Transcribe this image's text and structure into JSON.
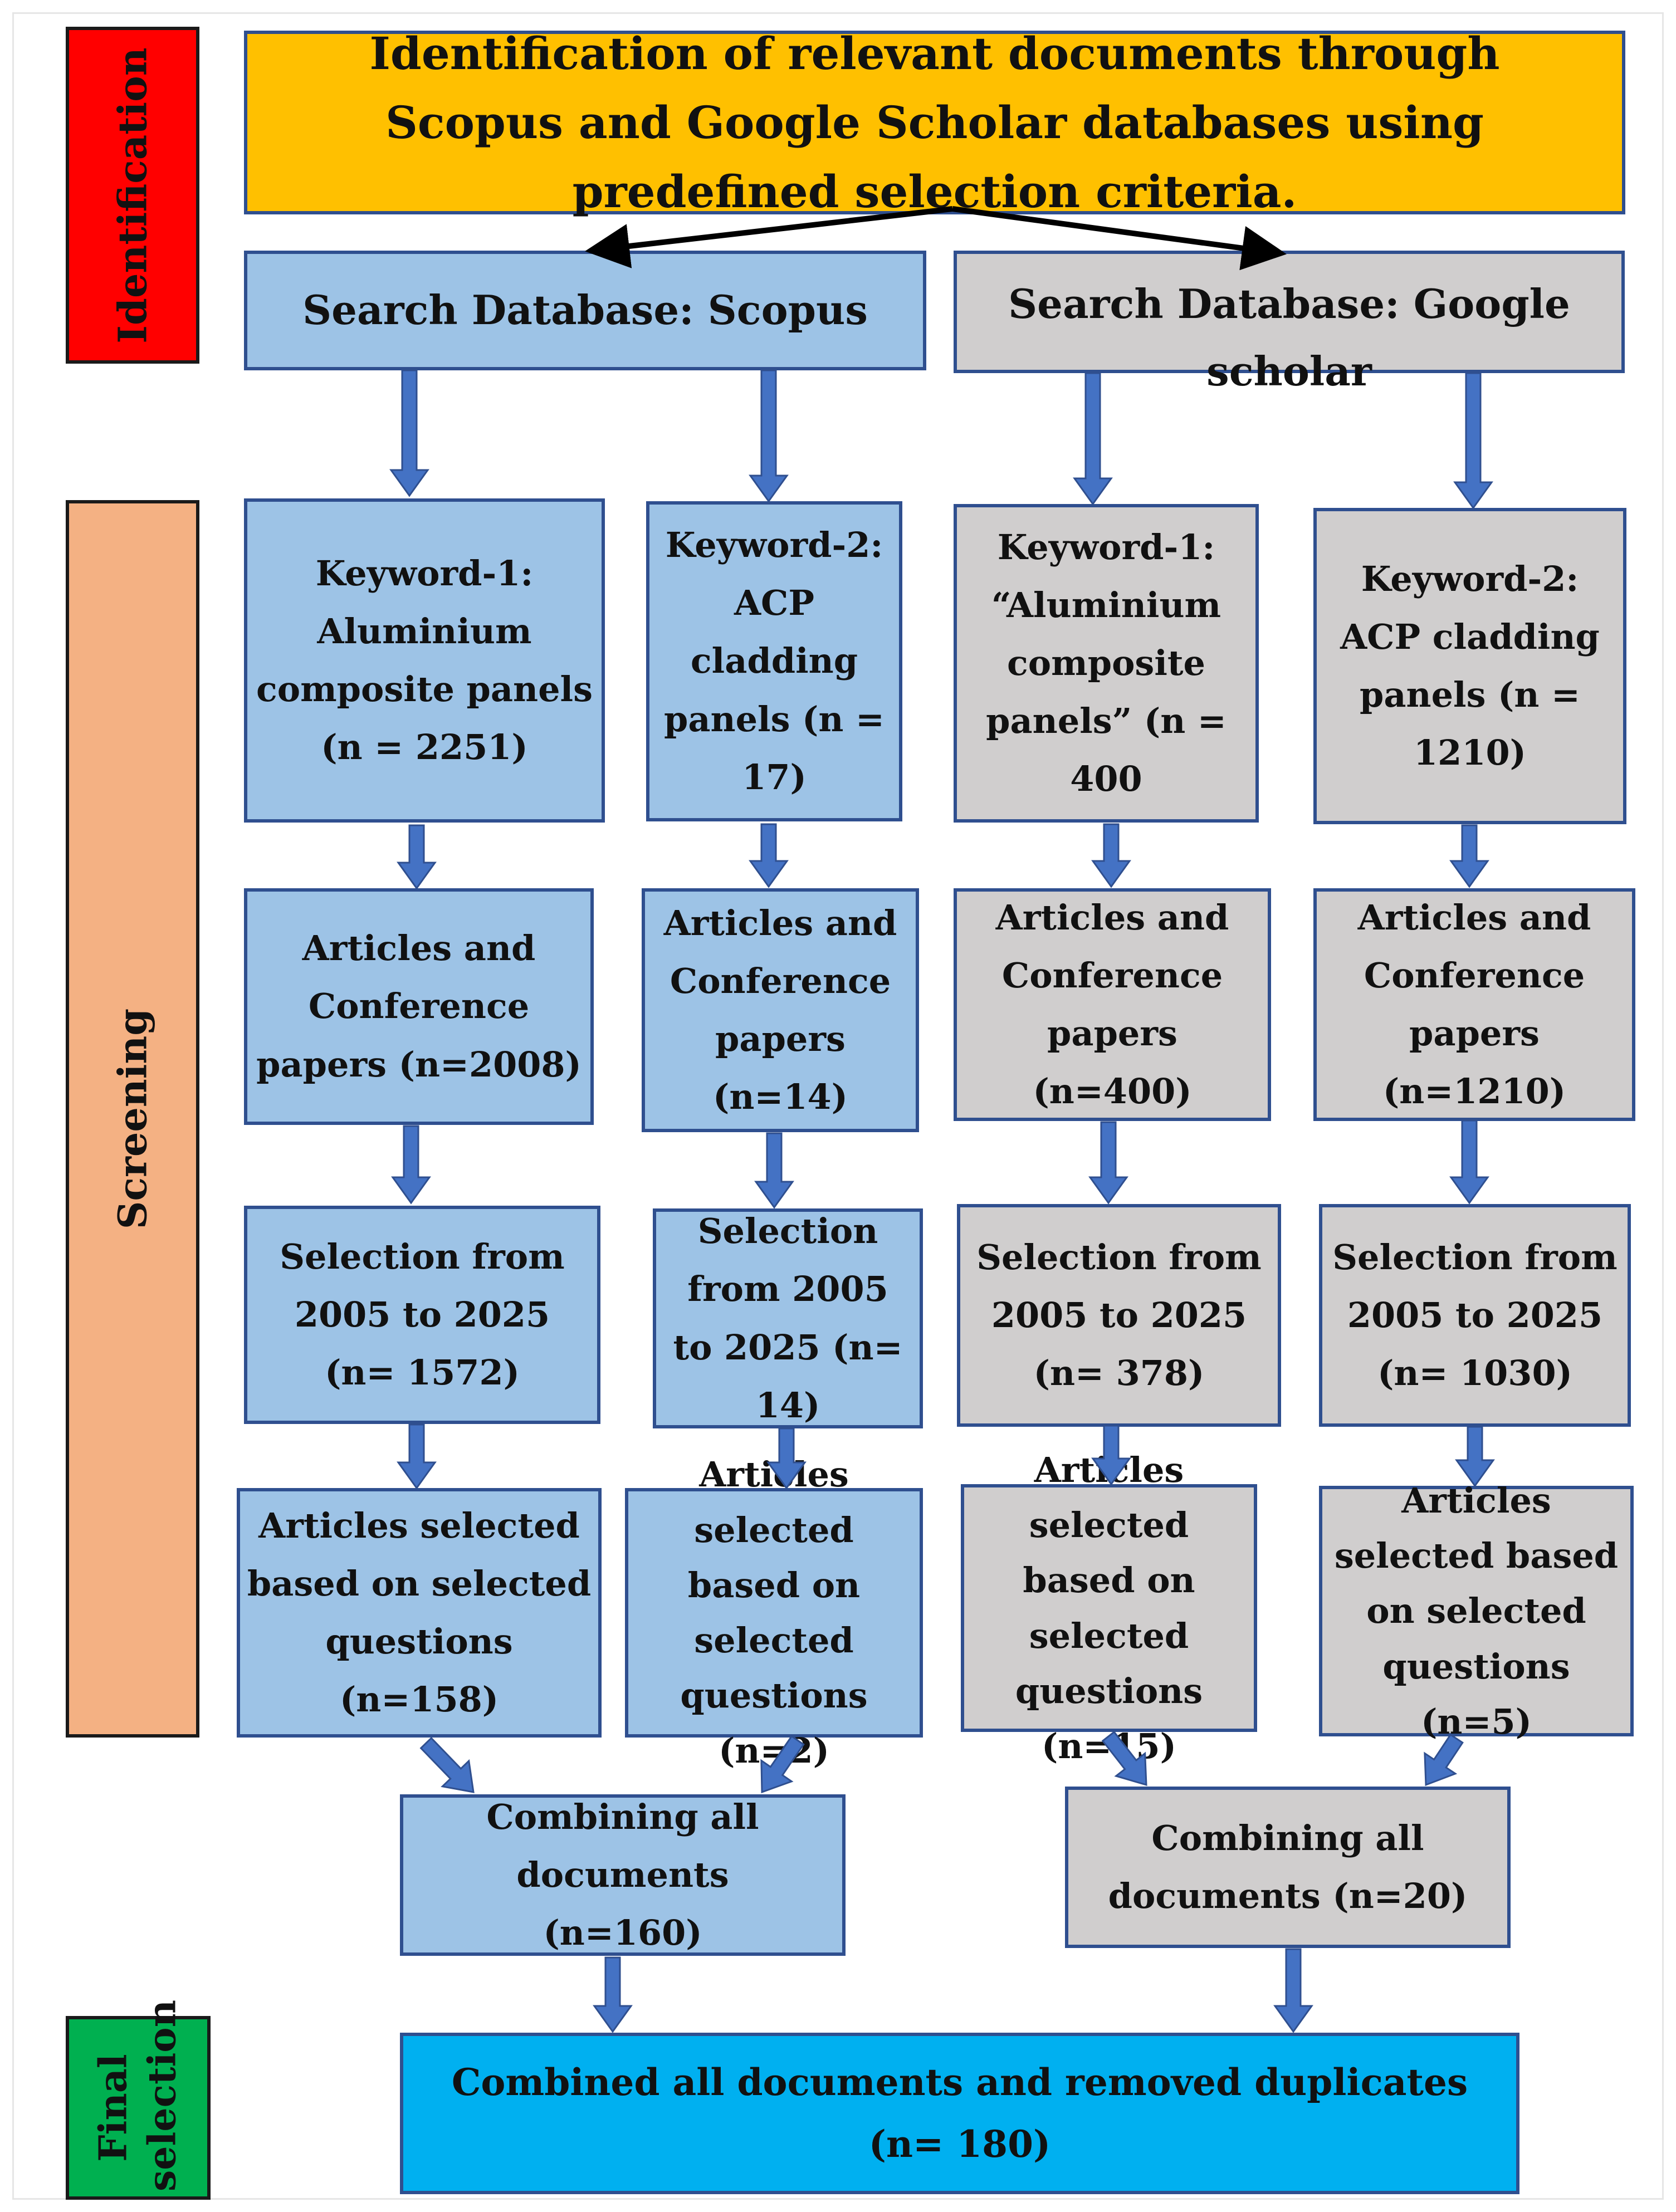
{
  "stages": {
    "identification": "Identification",
    "screening": "Screening",
    "final_selection": "Final selection"
  },
  "top": "Identification of relevant documents through Scopus and Google Scholar databases using predefined selection criteria.",
  "databases": {
    "scopus": "Search Database: Scopus",
    "scholar": "Search Database: Google scholar"
  },
  "keywords": [
    "Keyword-1: Aluminium composite panels (n = 2251)",
    "Keyword-2: ACP cladding panels (n = 17)",
    "Keyword-1: “Aluminium composite panels” (n = 400",
    "Keyword-2: ACP cladding panels (n = 1210)"
  ],
  "articles": [
    "Articles and Conference papers (n=2008)",
    "Articles and Conference papers (n=14)",
    "Articles and Conference papers (n=400)",
    "Articles and Conference papers (n=1210)"
  ],
  "selection": [
    "Selection from 2005 to 2025 (n= 1572)",
    "Selection from 2005 to 2025 (n= 14)",
    "Selection from 2005 to 2025 (n= 378)",
    "Selection from 2005 to 2025 (n= 1030)"
  ],
  "questions": [
    "Articles selected based on selected questions (n=158)",
    "Articles selected based on selected questions (n=2)",
    "Articles selected based on selected questions (n=15)",
    "Articles selected based on selected questions (n=5)"
  ],
  "combining": {
    "scopus": "Combining all documents (n=160)",
    "scholar": "Combining all documents (n=20)"
  },
  "final": "Combined all documents and removed duplicates (n= 180)",
  "colors": {
    "identification_stage": "#ff0000",
    "screening_stage": "#f4b183",
    "final_stage": "#00b050",
    "top_box": "#ffc000",
    "scopus_boxes": "#9dc3e6",
    "scholar_boxes": "#d0cece",
    "final_box": "#00b0f0",
    "box_border": "#2f4f8f",
    "arrow": "#4472c4"
  }
}
